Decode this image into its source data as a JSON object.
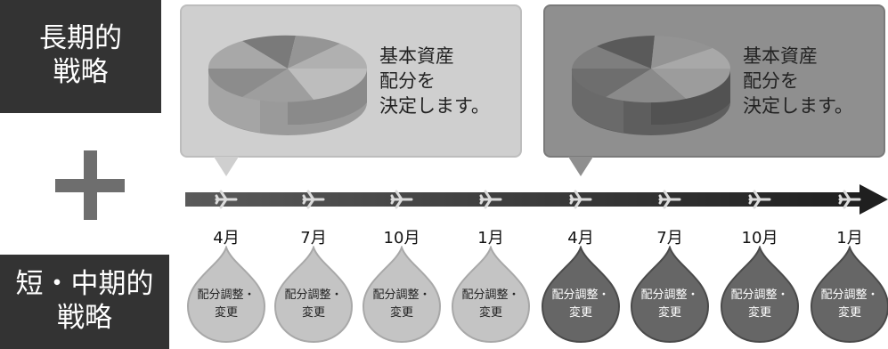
{
  "left_labels": {
    "long_term": [
      "長期的",
      "戦略"
    ],
    "short_mid_term": [
      "短・中期的",
      "戦略"
    ]
  },
  "callouts": [
    {
      "text": [
        "基本資産",
        "配分を",
        "決定します。"
      ],
      "tone": "light"
    },
    {
      "text": [
        "基本資産",
        "配分を",
        "決定します。"
      ],
      "tone": "dark"
    }
  ],
  "timeline": {
    "months": [
      "4月",
      "7月",
      "10月",
      "1月",
      "4月",
      "7月",
      "10月",
      "1月"
    ],
    "actions": [
      [
        "配分調整・",
        "変更"
      ],
      [
        "配分調整・",
        "変更"
      ],
      [
        "配分調整・",
        "変更"
      ],
      [
        "配分調整・",
        "変更"
      ],
      [
        "配分調整・",
        "変更"
      ],
      [
        "配分調整・",
        "変更"
      ],
      [
        "配分調整・",
        "変更"
      ],
      [
        "配分調整・",
        "変更"
      ]
    ]
  },
  "colors": {
    "label_bg": "#333333",
    "light_tone": "#cfcfcf",
    "dark_tone": "#8f8f8f",
    "drop_light": "#c4c4c4",
    "drop_dark": "#666666",
    "plus": "#6e6e6e"
  },
  "icons": {
    "plus": "plus-icon",
    "milestone": "airplane-icon",
    "pie": "pie-chart-icon"
  }
}
